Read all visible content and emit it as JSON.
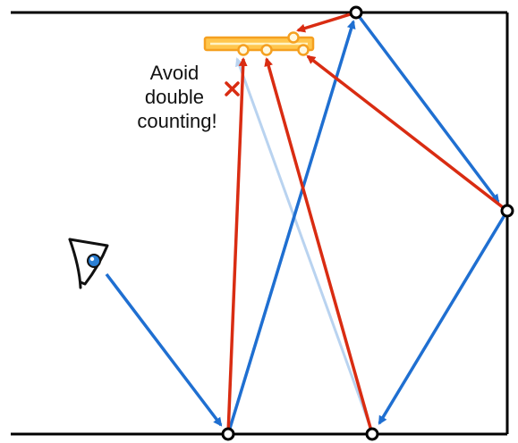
{
  "annotation": {
    "lines": [
      "Avoid",
      "double",
      "counting!"
    ]
  },
  "colors": {
    "blue": "#1f6fd1",
    "light_blue": "#b9d3f0",
    "red": "#d92c12",
    "light_source_fill": "#ffc64d",
    "light_source_stroke": "#f5a020",
    "wall": "#000000"
  },
  "icons": [
    "eye-icon",
    "light-source-icon",
    "cross-mark-icon"
  ]
}
